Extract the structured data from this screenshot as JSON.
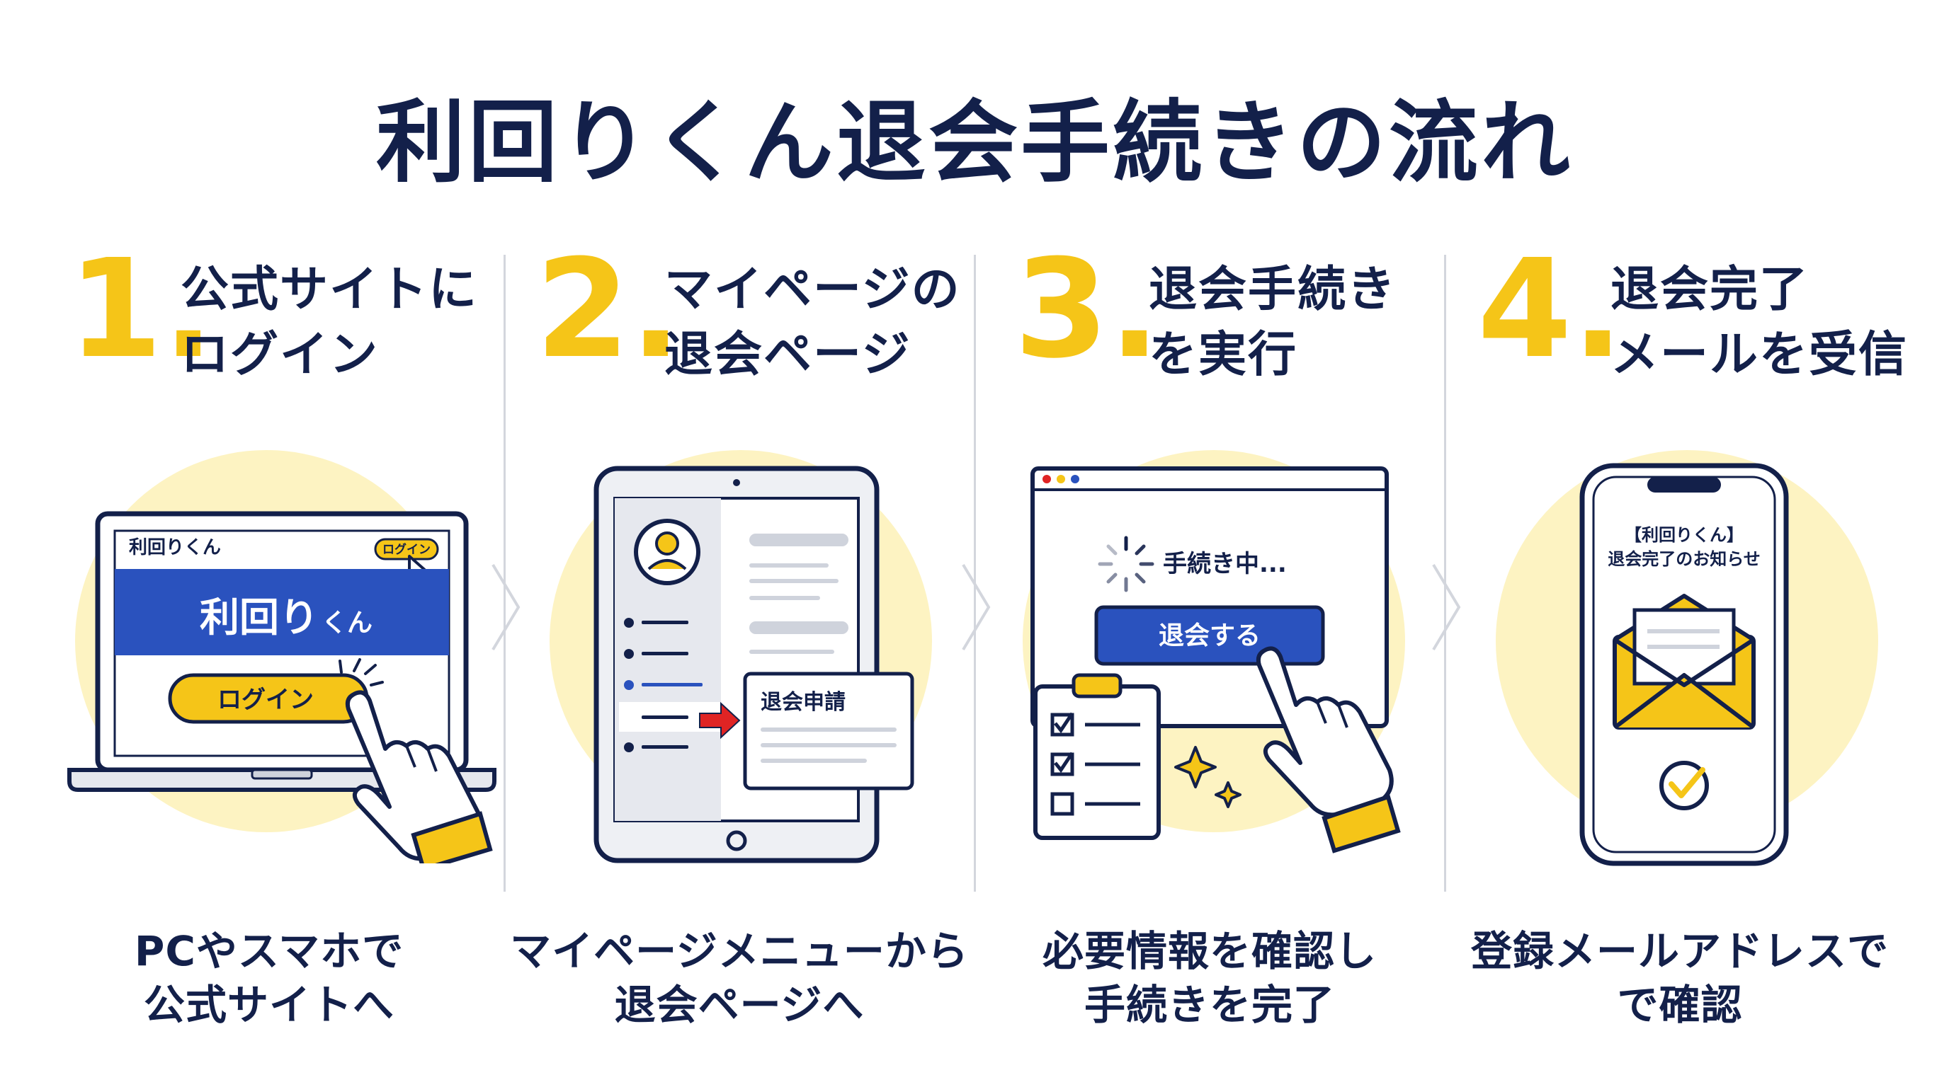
{
  "title": "利回りくん退会手続きの流れ",
  "steps": [
    {
      "number": "1.",
      "title_lines": [
        "公式サイトに",
        "ログイン"
      ],
      "desc_lines": [
        "PCやスマホで",
        "公式サイトへ"
      ],
      "screen": {
        "site_small": "利回りくん",
        "login_small": "ログイン",
        "banner_logo": "利回り",
        "banner_logo_small": "くん",
        "login_button": "ログイン"
      }
    },
    {
      "number": "2.",
      "title_lines": [
        "マイページの",
        "退会ページ"
      ],
      "desc_lines": [
        "マイページメニューから",
        "退会ページへ"
      ],
      "screen": {
        "popup_label": "退会申請"
      }
    },
    {
      "number": "3.",
      "title_lines": [
        "退会手続き",
        "を実行"
      ],
      "desc_lines": [
        "必要情報を確認し",
        "手続きを完了"
      ],
      "screen": {
        "processing": "手続き中...",
        "withdraw_button": "退会する"
      }
    },
    {
      "number": "4.",
      "title_lines": [
        "退会完了",
        "メールを受信"
      ],
      "desc_lines": [
        "登録メールアドレスで",
        "で確認"
      ],
      "screen": {
        "notice_line1": "【利回りくん】",
        "notice_line2": "退会完了のお知らせ"
      }
    }
  ],
  "colors": {
    "navy": "#13204a",
    "accent_yellow": "#f5c518",
    "circle_yellow": "#fdf3c2",
    "blue": "#2a52be",
    "red_arrow": "#e02424",
    "divider": "#d3d6dd"
  },
  "icons": [
    "laptop-icon",
    "pointing-hand-icon",
    "tablet-icon",
    "avatar-icon",
    "red-arrow-icon",
    "browser-window-icon",
    "spinner-icon",
    "clipboard-checklist-icon",
    "sparkle-icon",
    "smartphone-icon",
    "envelope-icon",
    "check-circle-icon",
    "chevron-right-icon"
  ]
}
